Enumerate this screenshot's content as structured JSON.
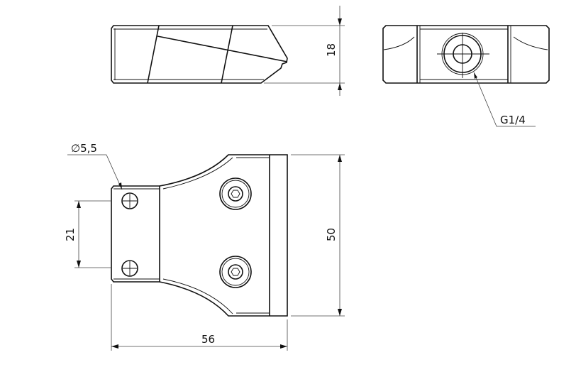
{
  "drawing": {
    "dimensions": {
      "thickness": "18",
      "thread": "G1/4",
      "hole_diameter": "∅5,5",
      "hole_spacing": "21",
      "height": "50",
      "width": "56"
    }
  }
}
